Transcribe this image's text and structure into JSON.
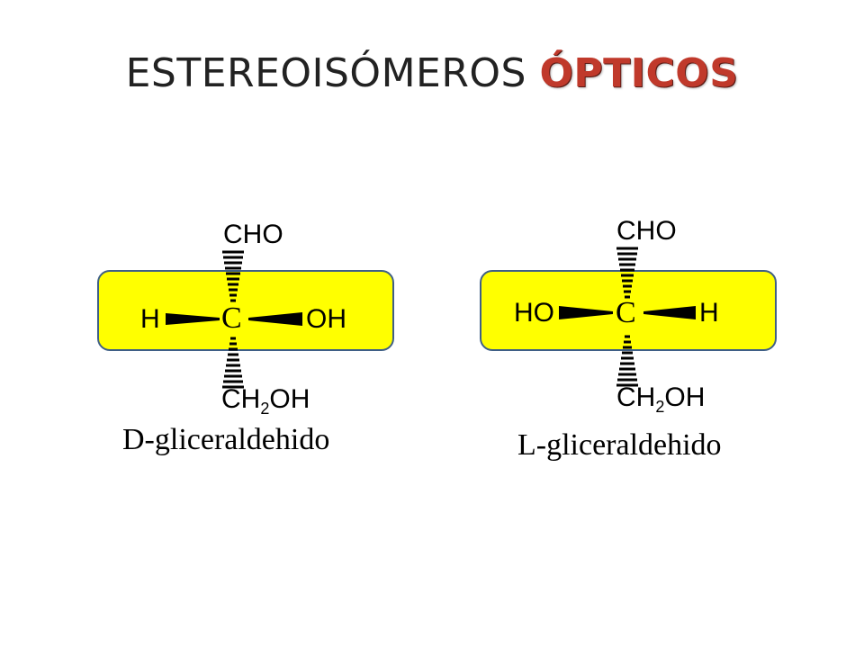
{
  "title": {
    "plain": "ESTEREOISÓMEROS",
    "accent": "ÓPTICOS",
    "accent_color": "#c0392b"
  },
  "molecules": [
    {
      "top_group": "CHO",
      "center_atom": "C",
      "left_group": "H",
      "right_group": "OH",
      "bottom_group_main": "CH",
      "bottom_group_subscript": "2",
      "bottom_group_tail": "OH",
      "name": "D-gliceraldehido",
      "band_color": "#ffff00"
    },
    {
      "top_group": "CHO",
      "center_atom": "C",
      "left_group": "HO",
      "right_group": "H",
      "bottom_group_main": "CH",
      "bottom_group_subscript": "2",
      "bottom_group_tail": "OH",
      "name": "L-gliceraldehido",
      "band_color": "#ffff00"
    }
  ]
}
